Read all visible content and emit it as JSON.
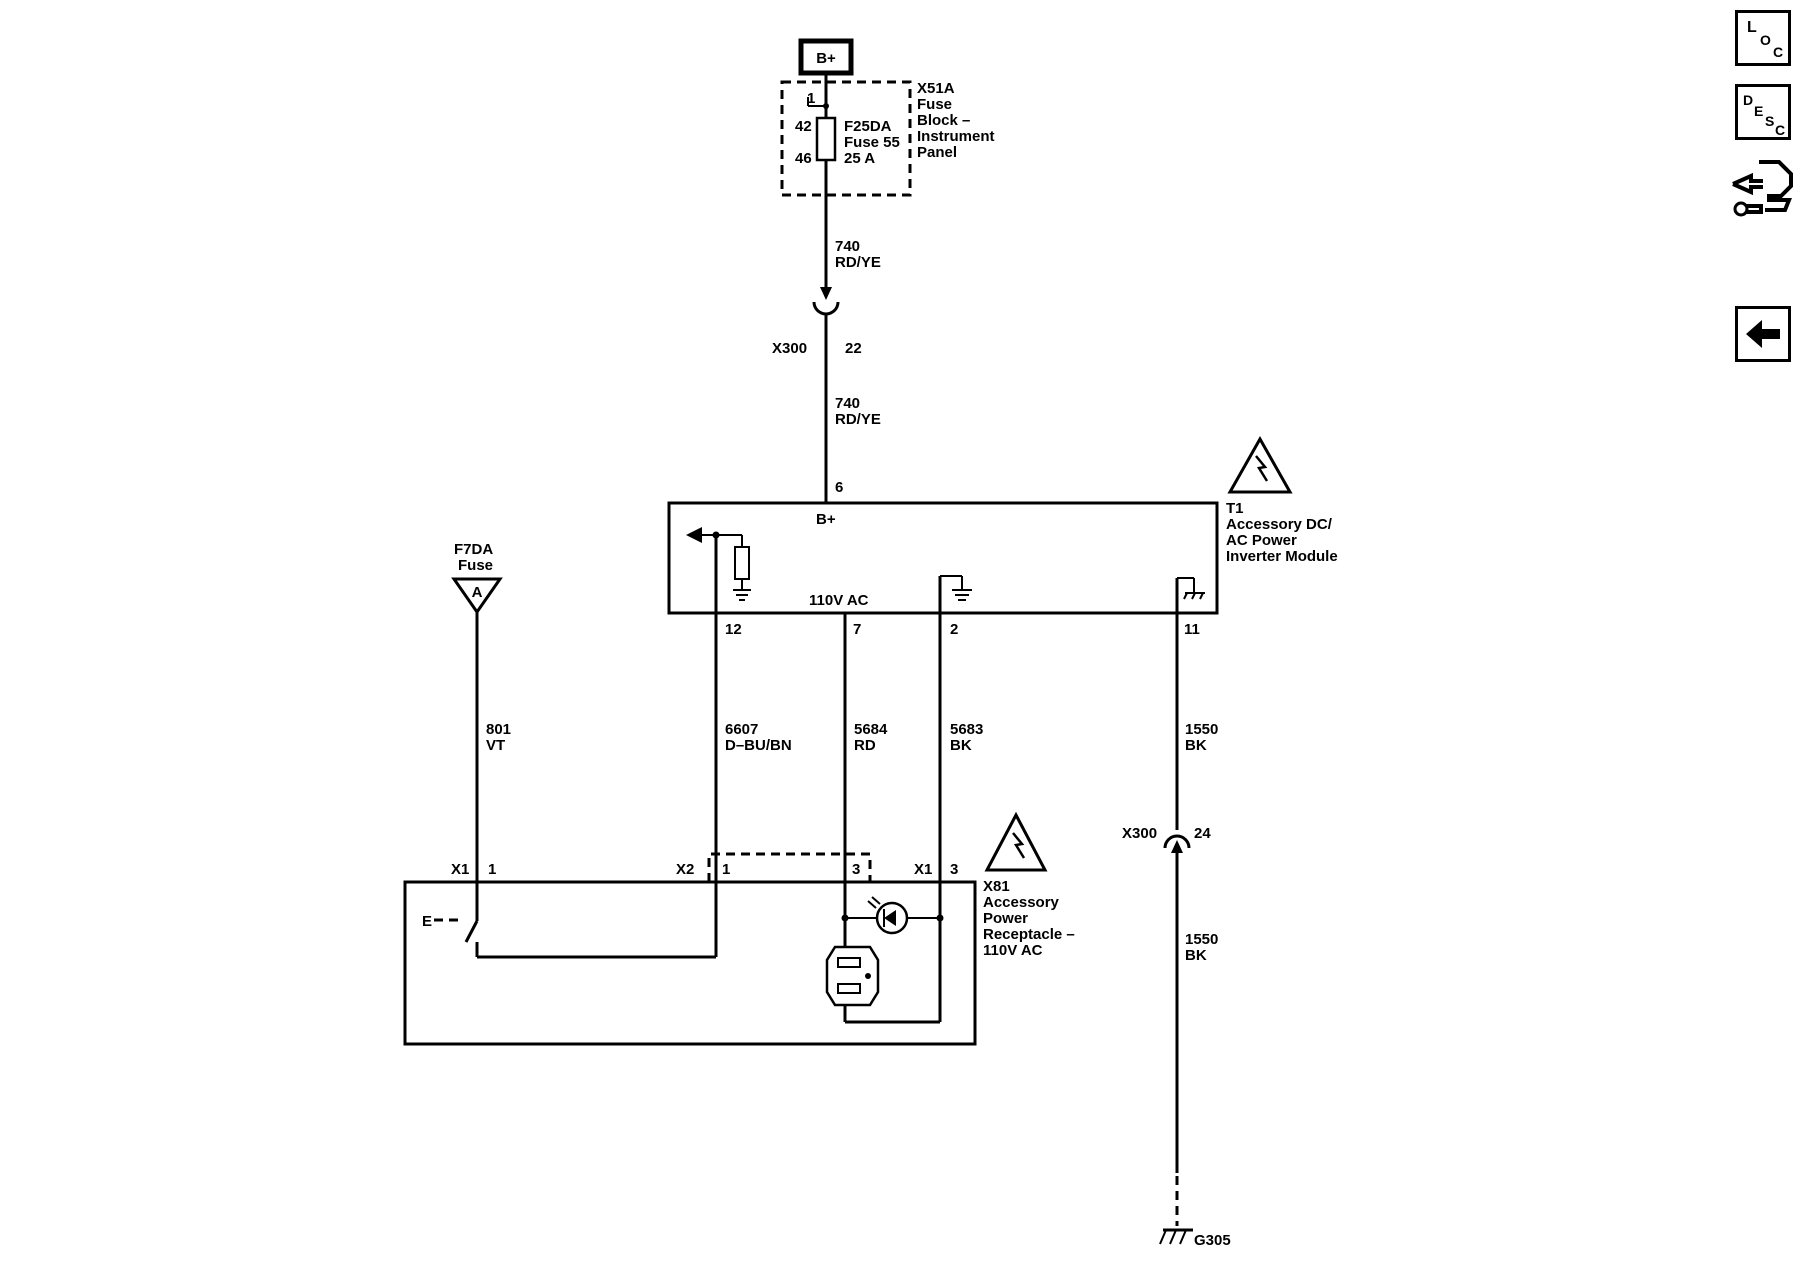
{
  "nav": {
    "loc": {
      "big": "L",
      "mid": "O",
      "small": "C"
    },
    "desc": {
      "big": "D",
      "mid": "E",
      "s1": "S",
      "s2": "C"
    }
  },
  "fuse_block": {
    "power_label": "B+",
    "pin_top": "1",
    "pin_in": "42",
    "pin_out": "46",
    "fuse_name": "F25DA",
    "fuse_desc": "Fuse 55",
    "fuse_rating": "25 A",
    "connector": "X51A",
    "desc_lines": [
      "Fuse",
      "Block –",
      "Instrument",
      "Panel"
    ]
  },
  "wire_740_upper": {
    "circuit": "740",
    "color": "RD/YE"
  },
  "inline_x300_upper": {
    "name": "X300",
    "pin": "22"
  },
  "wire_740_lower": {
    "circuit": "740",
    "color": "RD/YE"
  },
  "inverter": {
    "pin_bplus": "6",
    "bplus_label": "B+",
    "ac_label": "110V AC",
    "ref": "T1",
    "desc_lines": [
      "Accessory DC/",
      "AC Power",
      "Inverter Module"
    ],
    "pins": [
      "12",
      "7",
      "2",
      "11"
    ]
  },
  "fuse_ref": {
    "name": "F7DA",
    "label": "Fuse",
    "letter": "A"
  },
  "wires": [
    {
      "circuit": "801",
      "color": "VT"
    },
    {
      "circuit": "6607",
      "color": "D–BU/BN"
    },
    {
      "circuit": "5684",
      "color": "RD"
    },
    {
      "circuit": "5683",
      "color": "BK"
    },
    {
      "circuit": "1550",
      "color": "BK"
    }
  ],
  "inline_x300_lower": {
    "name": "X300",
    "pin": "24"
  },
  "wire_1550_lower": {
    "circuit": "1550",
    "color": "BK"
  },
  "ground": {
    "name": "G305"
  },
  "receptacle": {
    "conn_x1_a": "X1",
    "pin_x1_a": "1",
    "conn_x2": "X2",
    "pin_x2": "1",
    "pin_3": "3",
    "conn_x1_b": "X1",
    "pin_x1_b": "3",
    "ref": "X81",
    "desc_lines": [
      "Accessory",
      "Power",
      "Receptacle –",
      "110V AC"
    ],
    "switch_letter": "E"
  }
}
